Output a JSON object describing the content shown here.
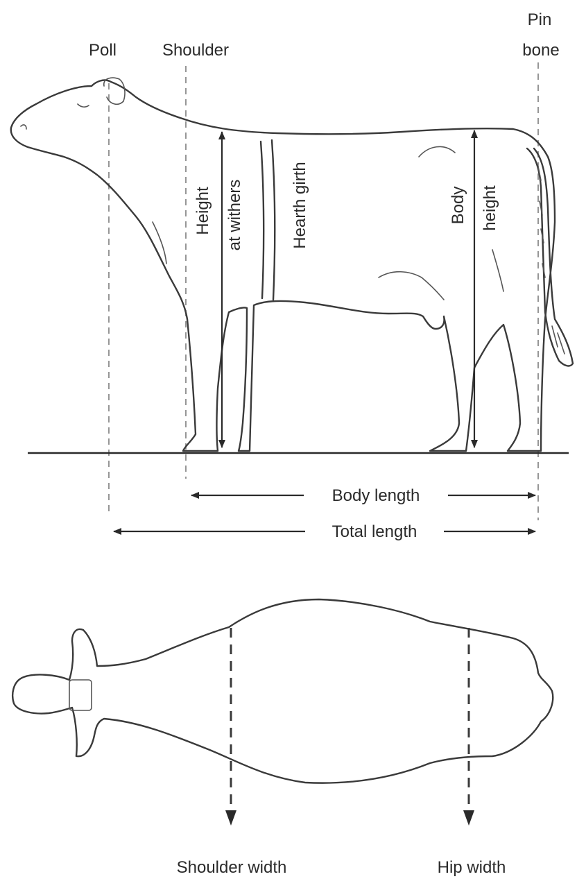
{
  "side_view": {
    "labels": {
      "poll": "Poll",
      "shoulder": "Shoulder",
      "pin_bone_line1": "Pin",
      "pin_bone_line2": "bone",
      "height_at_withers_line1": "Height",
      "height_at_withers_line2": "at withers",
      "heart_girth": "Hearth girth",
      "body_height_line1": "Body",
      "body_height_line2": "height",
      "body_length": "Body length",
      "total_length": "Total length"
    }
  },
  "top_view": {
    "labels": {
      "shoulder_width": "Shoulder width",
      "hip_width": "Hip width"
    }
  },
  "colors": {
    "line": "#3a3a3a",
    "guide": "#8a8a8a",
    "background": "#ffffff"
  }
}
